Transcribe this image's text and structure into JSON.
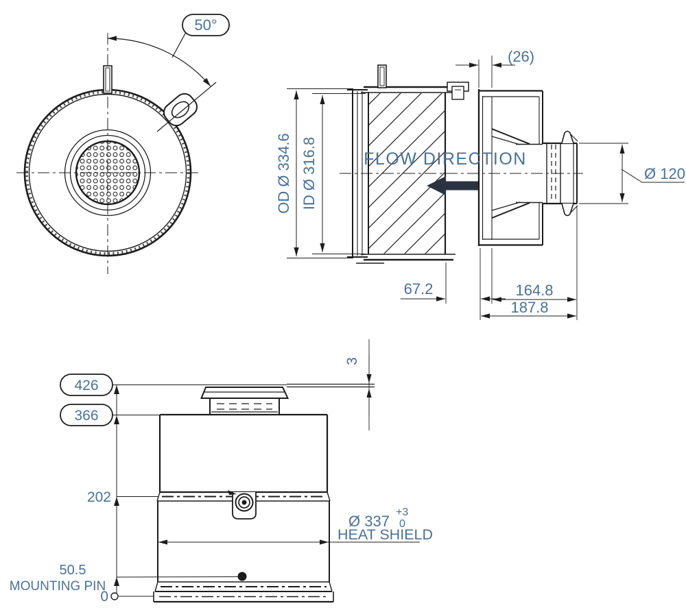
{
  "front_view": {
    "angle_label": "50°"
  },
  "side_view": {
    "od_label": "OD Ø 334.6",
    "id_label": "ID Ø 316.8",
    "flow_label": "FLOW DIRECTION",
    "ref_width": "(26)",
    "outlet_dia": "Ø 120",
    "dim_67_2": "67.2",
    "dim_164_8": "164.8",
    "dim_187_8": "187.8"
  },
  "bottom_view": {
    "h426": "426",
    "h366": "366",
    "h202": "202",
    "h50_5": "50.5",
    "mounting_pin": "MOUNTING PIN",
    "zero": "0",
    "tab_thickness": "3",
    "shield_dia": "Ø 337",
    "shield_tol_plus": "+3",
    "shield_tol_zero": "0",
    "shield_label": "HEAT SHIELD"
  },
  "colors": {
    "line": "#1c1c1c",
    "dimension_text": "#4a7195",
    "flow_arrow": "#2b3342",
    "background": "#ffffff"
  }
}
